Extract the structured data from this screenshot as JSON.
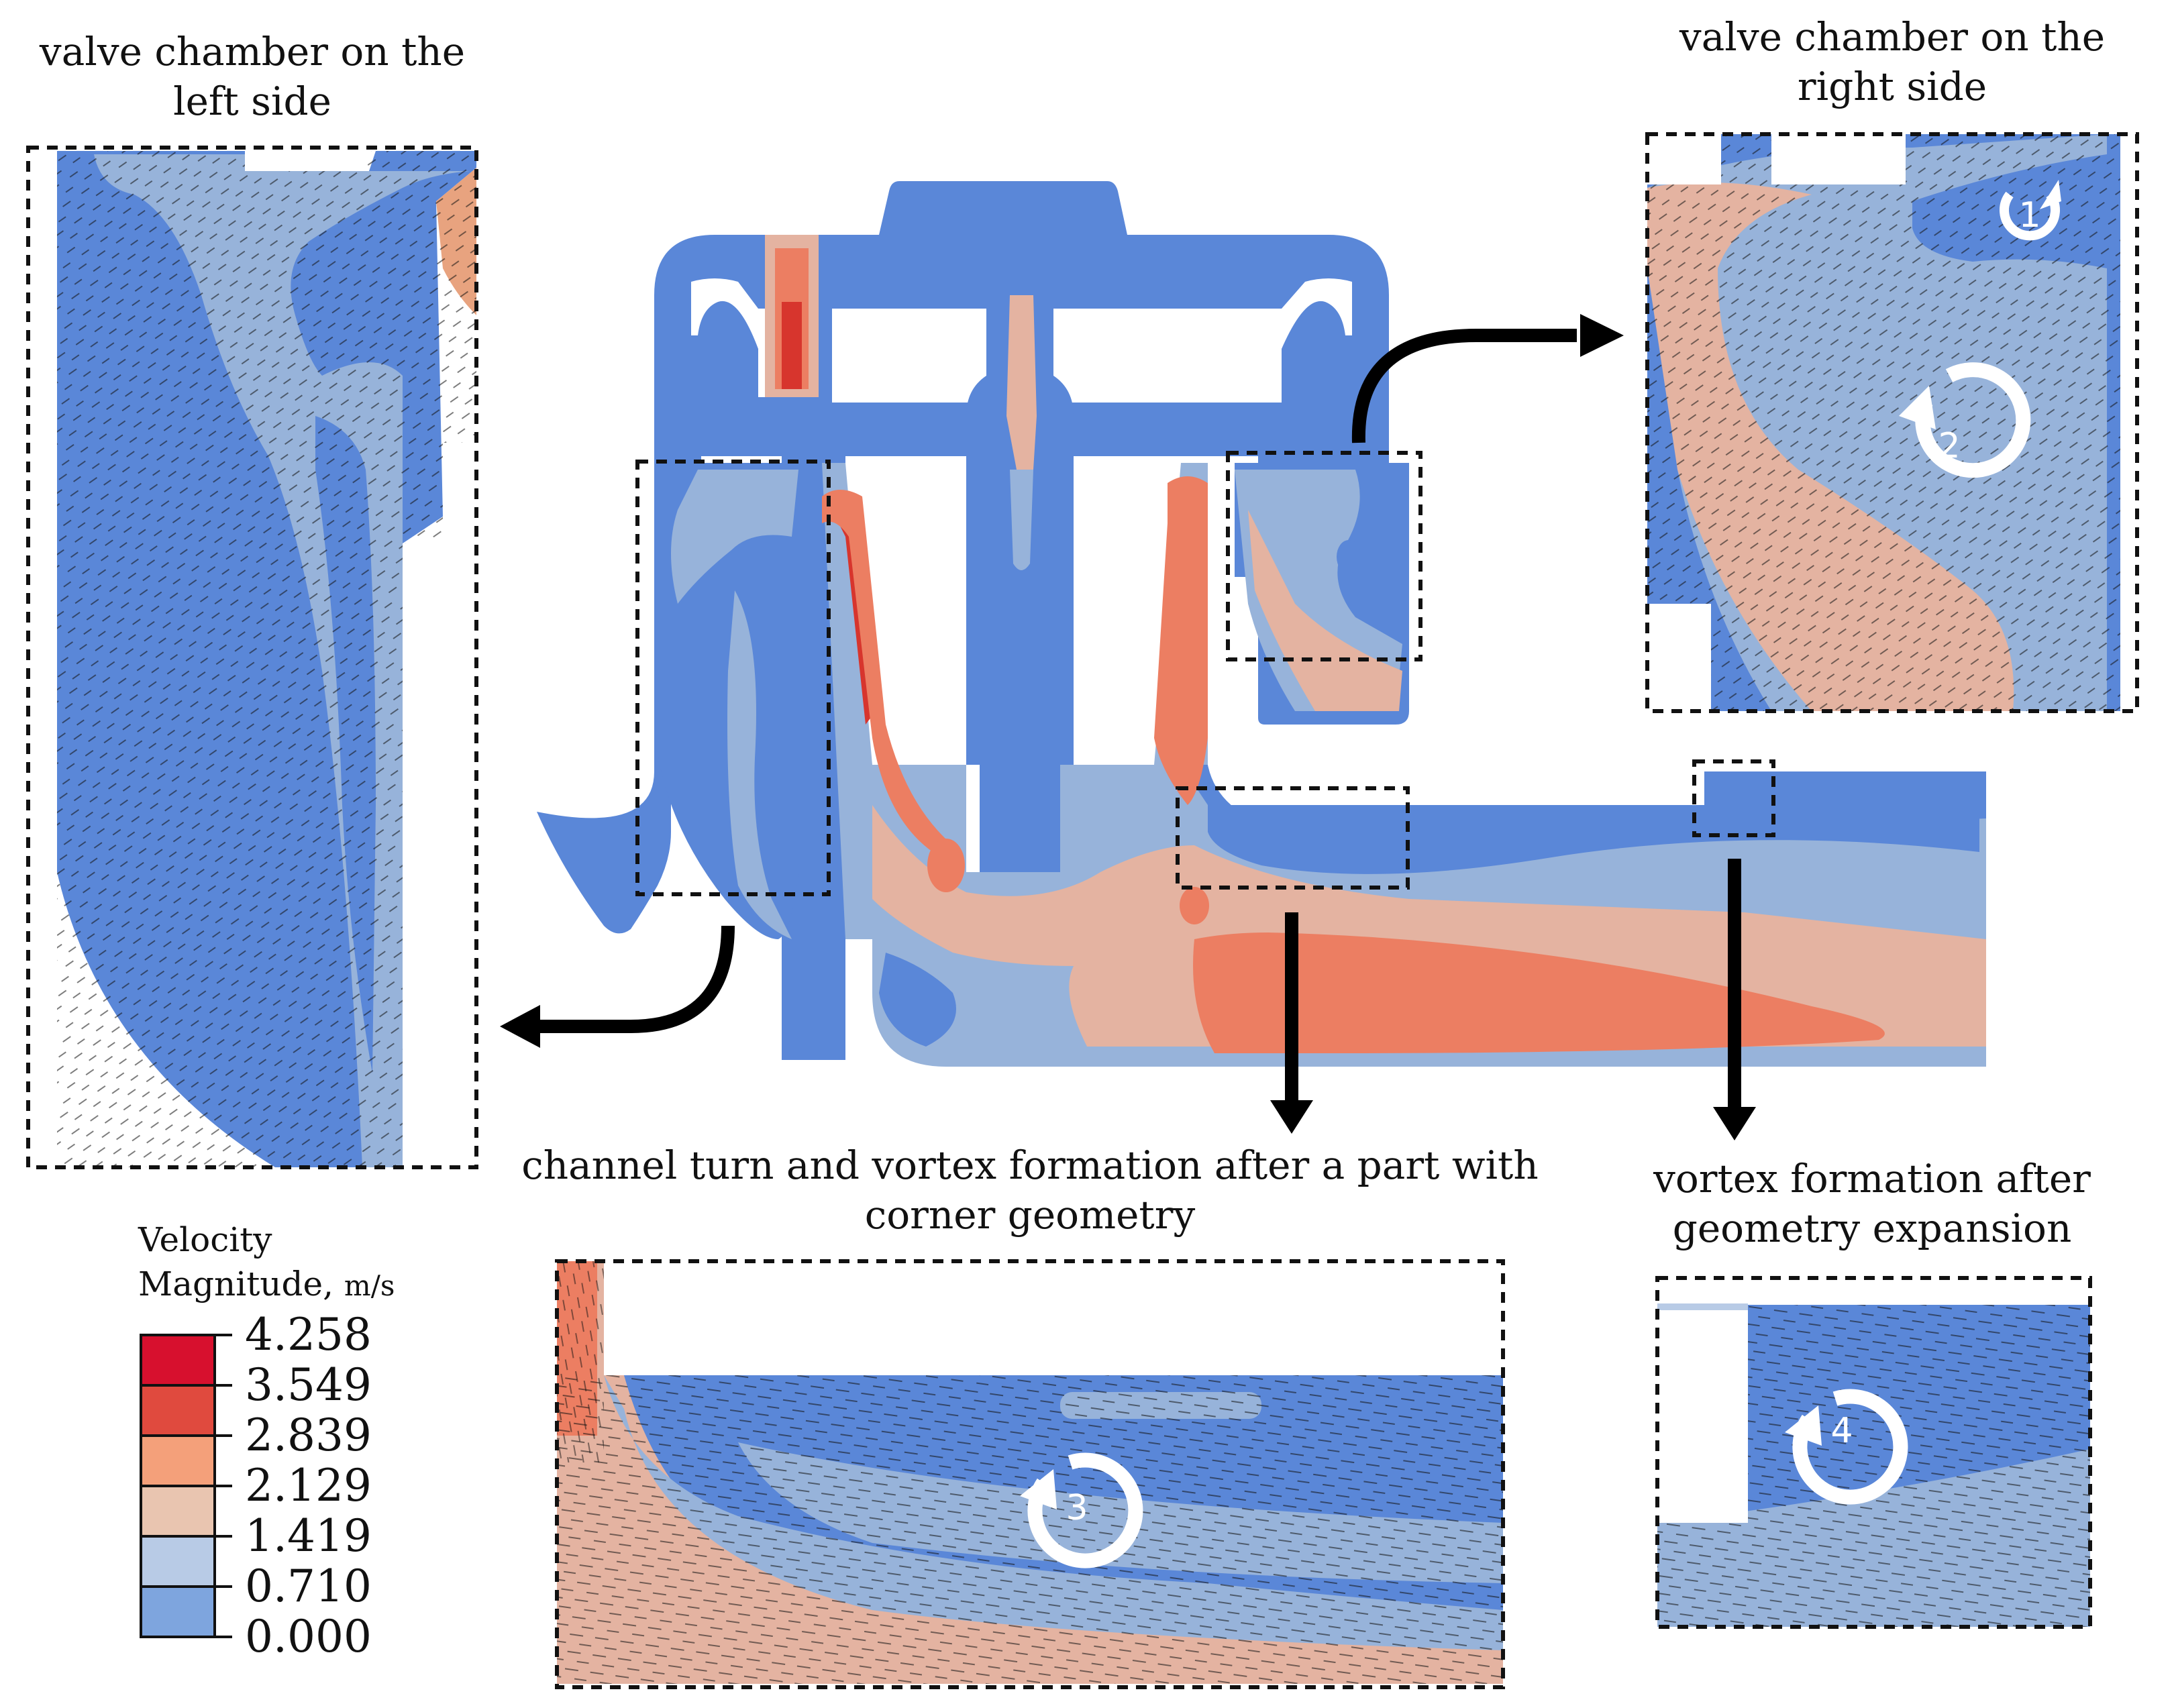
{
  "labels": {
    "left_chamber_line1": "valve chamber on the",
    "left_chamber_line2": "left side",
    "right_chamber_line1": "valve chamber on the",
    "right_chamber_line2": "right side",
    "channel_line1": "channel turn and vortex formation after a part with",
    "channel_line2": "corner geometry",
    "expansion_line1": "vortex formation after",
    "expansion_line2": "geometry expansion"
  },
  "vortices": [
    "1",
    "2",
    "3",
    "4"
  ],
  "legend": {
    "title_line1": "Velocity",
    "title_line2": "Magnitude,",
    "unit": "m/s",
    "levels": [
      {
        "value": "4.258",
        "color": "#d7102e"
      },
      {
        "value": "3.549",
        "color": "#e04a3e"
      },
      {
        "value": "2.839",
        "color": "#f4a07a"
      },
      {
        "value": "2.129",
        "color": "#e9c5b0"
      },
      {
        "value": "1.419",
        "color": "#b8cbe6"
      },
      {
        "value": "0.710",
        "color": "#7ea5de"
      },
      {
        "value": "0.000",
        "color": ""
      }
    ]
  },
  "colors": {
    "deep_blue": "#5a87d8",
    "light_blue": "#97b3da",
    "peach": "#e4b3a1",
    "salmon": "#ec7e62",
    "red": "#d7352d"
  }
}
